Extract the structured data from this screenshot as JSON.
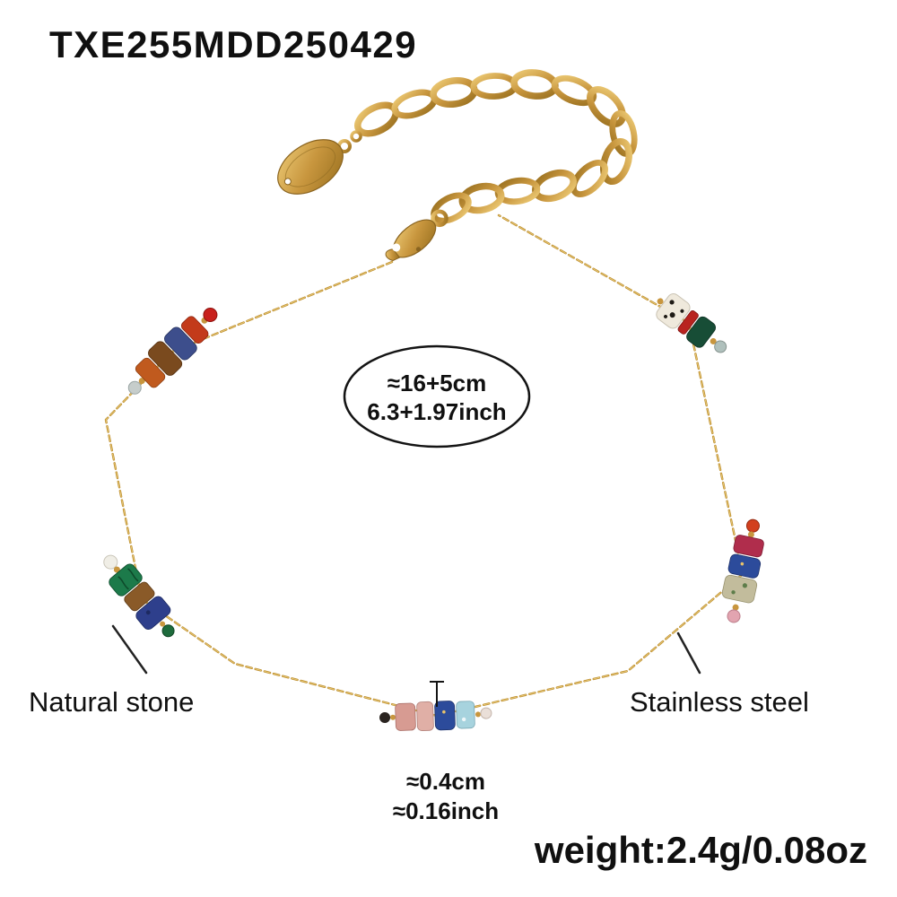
{
  "product": {
    "code": "TXE255MDD250429",
    "size": {
      "metric": "≈16+5cm",
      "imperial": "6.3+1.97inch"
    },
    "bead_size": {
      "metric": "≈0.4cm",
      "imperial": "≈0.16inch"
    },
    "weight": "weight:2.4g/0.08oz",
    "labels": {
      "stone": "Natural stone",
      "steel": "Stainless steel"
    }
  },
  "colors": {
    "gold": "#C8963E",
    "gold_light": "#EDCB76",
    "gold_dark": "#99701F",
    "chain": "#BD8E2E",
    "text": "#111111",
    "bead_palette": [
      "#C05A1E",
      "#7A4A1E",
      "#3D4E8C",
      "#C8201C",
      "#EFE9DC",
      "#174D36",
      "#B02D4C",
      "#2C4B9B",
      "#C2BC9C",
      "#1C7A4A",
      "#8A5A28",
      "#D79B92",
      "#A7D3DE",
      "#E2A4B0"
    ]
  }
}
